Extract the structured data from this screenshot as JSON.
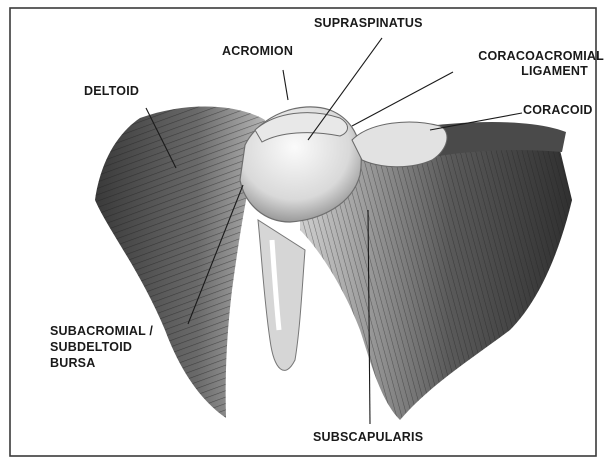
{
  "labels": {
    "supraspinatus": "SUPRASPINATUS",
    "acromion": "ACROMION",
    "coracoacromial_line1": "CORACOACROMIAL",
    "coracoacromial_line2": "LIGAMENT",
    "deltoid": "DELTOID",
    "coracoid": "CORACOID",
    "bursa_line1": "SUBACROMIAL /",
    "bursa_line2": "SUBDELTOID",
    "bursa_line3": "BURSA",
    "subscapularis": "SUBSCAPULARIS"
  }
}
